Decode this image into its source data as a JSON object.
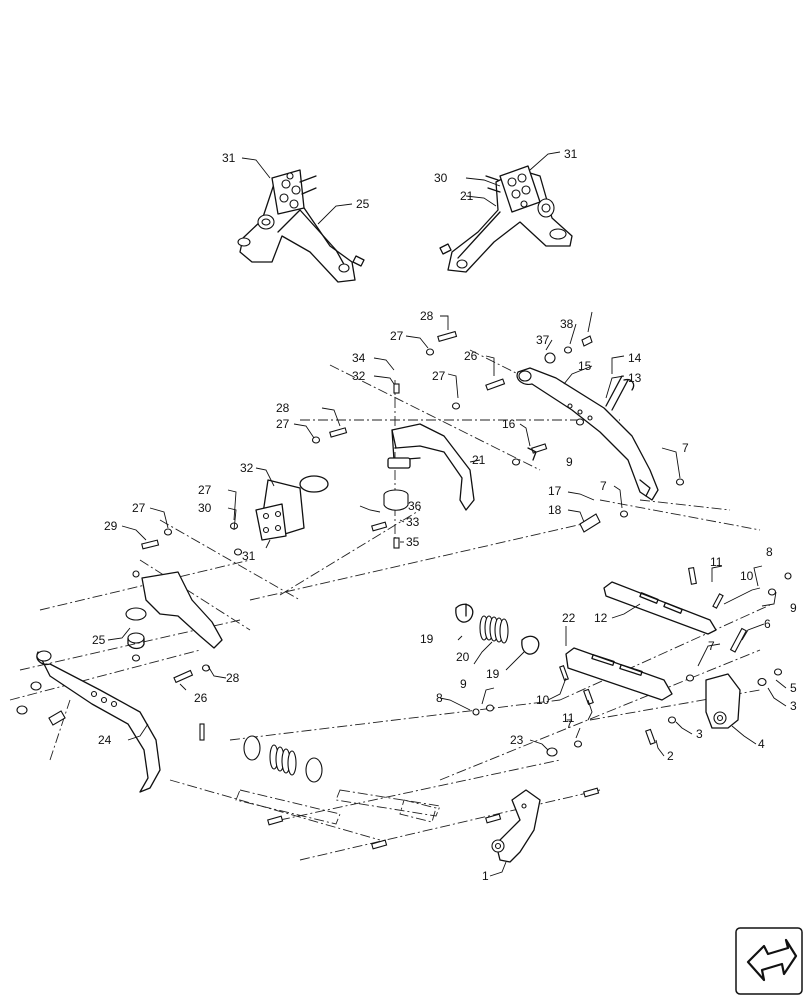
{
  "diagram": {
    "callouts": [
      "1",
      "2",
      "3",
      "3",
      "4",
      "5",
      "6",
      "7",
      "7",
      "7",
      "7",
      "8",
      "8",
      "9",
      "9",
      "9",
      "10",
      "10",
      "11",
      "11",
      "12",
      "13",
      "14",
      "15",
      "16",
      "17",
      "18",
      "19",
      "19",
      "20",
      "21",
      "21",
      "22",
      "23",
      "24",
      "25",
      "25",
      "26",
      "26",
      "27",
      "27",
      "27",
      "27",
      "27",
      "28",
      "28",
      "28",
      "29",
      "30",
      "30",
      "31",
      "31",
      "31",
      "32",
      "32",
      "33",
      "34",
      "35",
      "36",
      "37",
      "38"
    ]
  },
  "navigation": {
    "icon": "page-next-arrow-icon"
  }
}
